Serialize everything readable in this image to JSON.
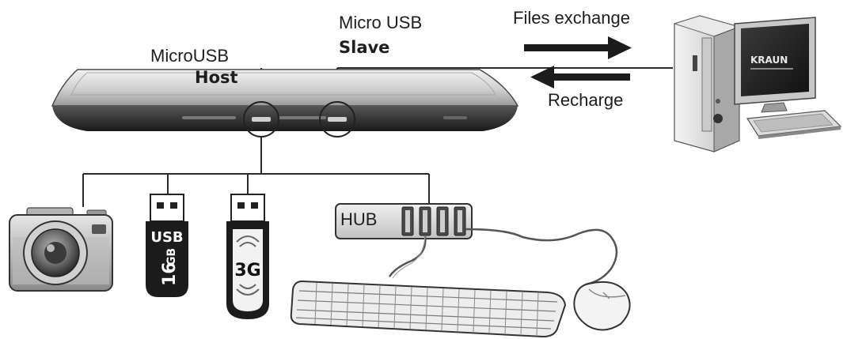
{
  "labels": {
    "host_port": "MicroUSB",
    "host_role": "Host",
    "slave_port": "Micro USB",
    "slave_role": "Slave",
    "files_exchange": "Files exchange",
    "recharge": "Recharge",
    "hub": "HUB"
  },
  "devices": {
    "usb_drive": {
      "line1": "USB",
      "capacity": "16",
      "unit": "GB"
    },
    "modem_3g": {
      "text": "3G"
    },
    "pc_logo": {
      "text": "KRAUN"
    }
  },
  "colors": {
    "line": "#2a2a2a",
    "dark": "#1c1c1c",
    "gray": "#8c8c8c",
    "light": "#d8d8d8"
  },
  "icons": [
    "tablet-icon",
    "desktop-computer-icon",
    "camera-icon",
    "usb-flash-drive-icon",
    "usb-3g-modem-icon",
    "usb-hub-icon",
    "keyboard-icon",
    "mouse-icon"
  ]
}
